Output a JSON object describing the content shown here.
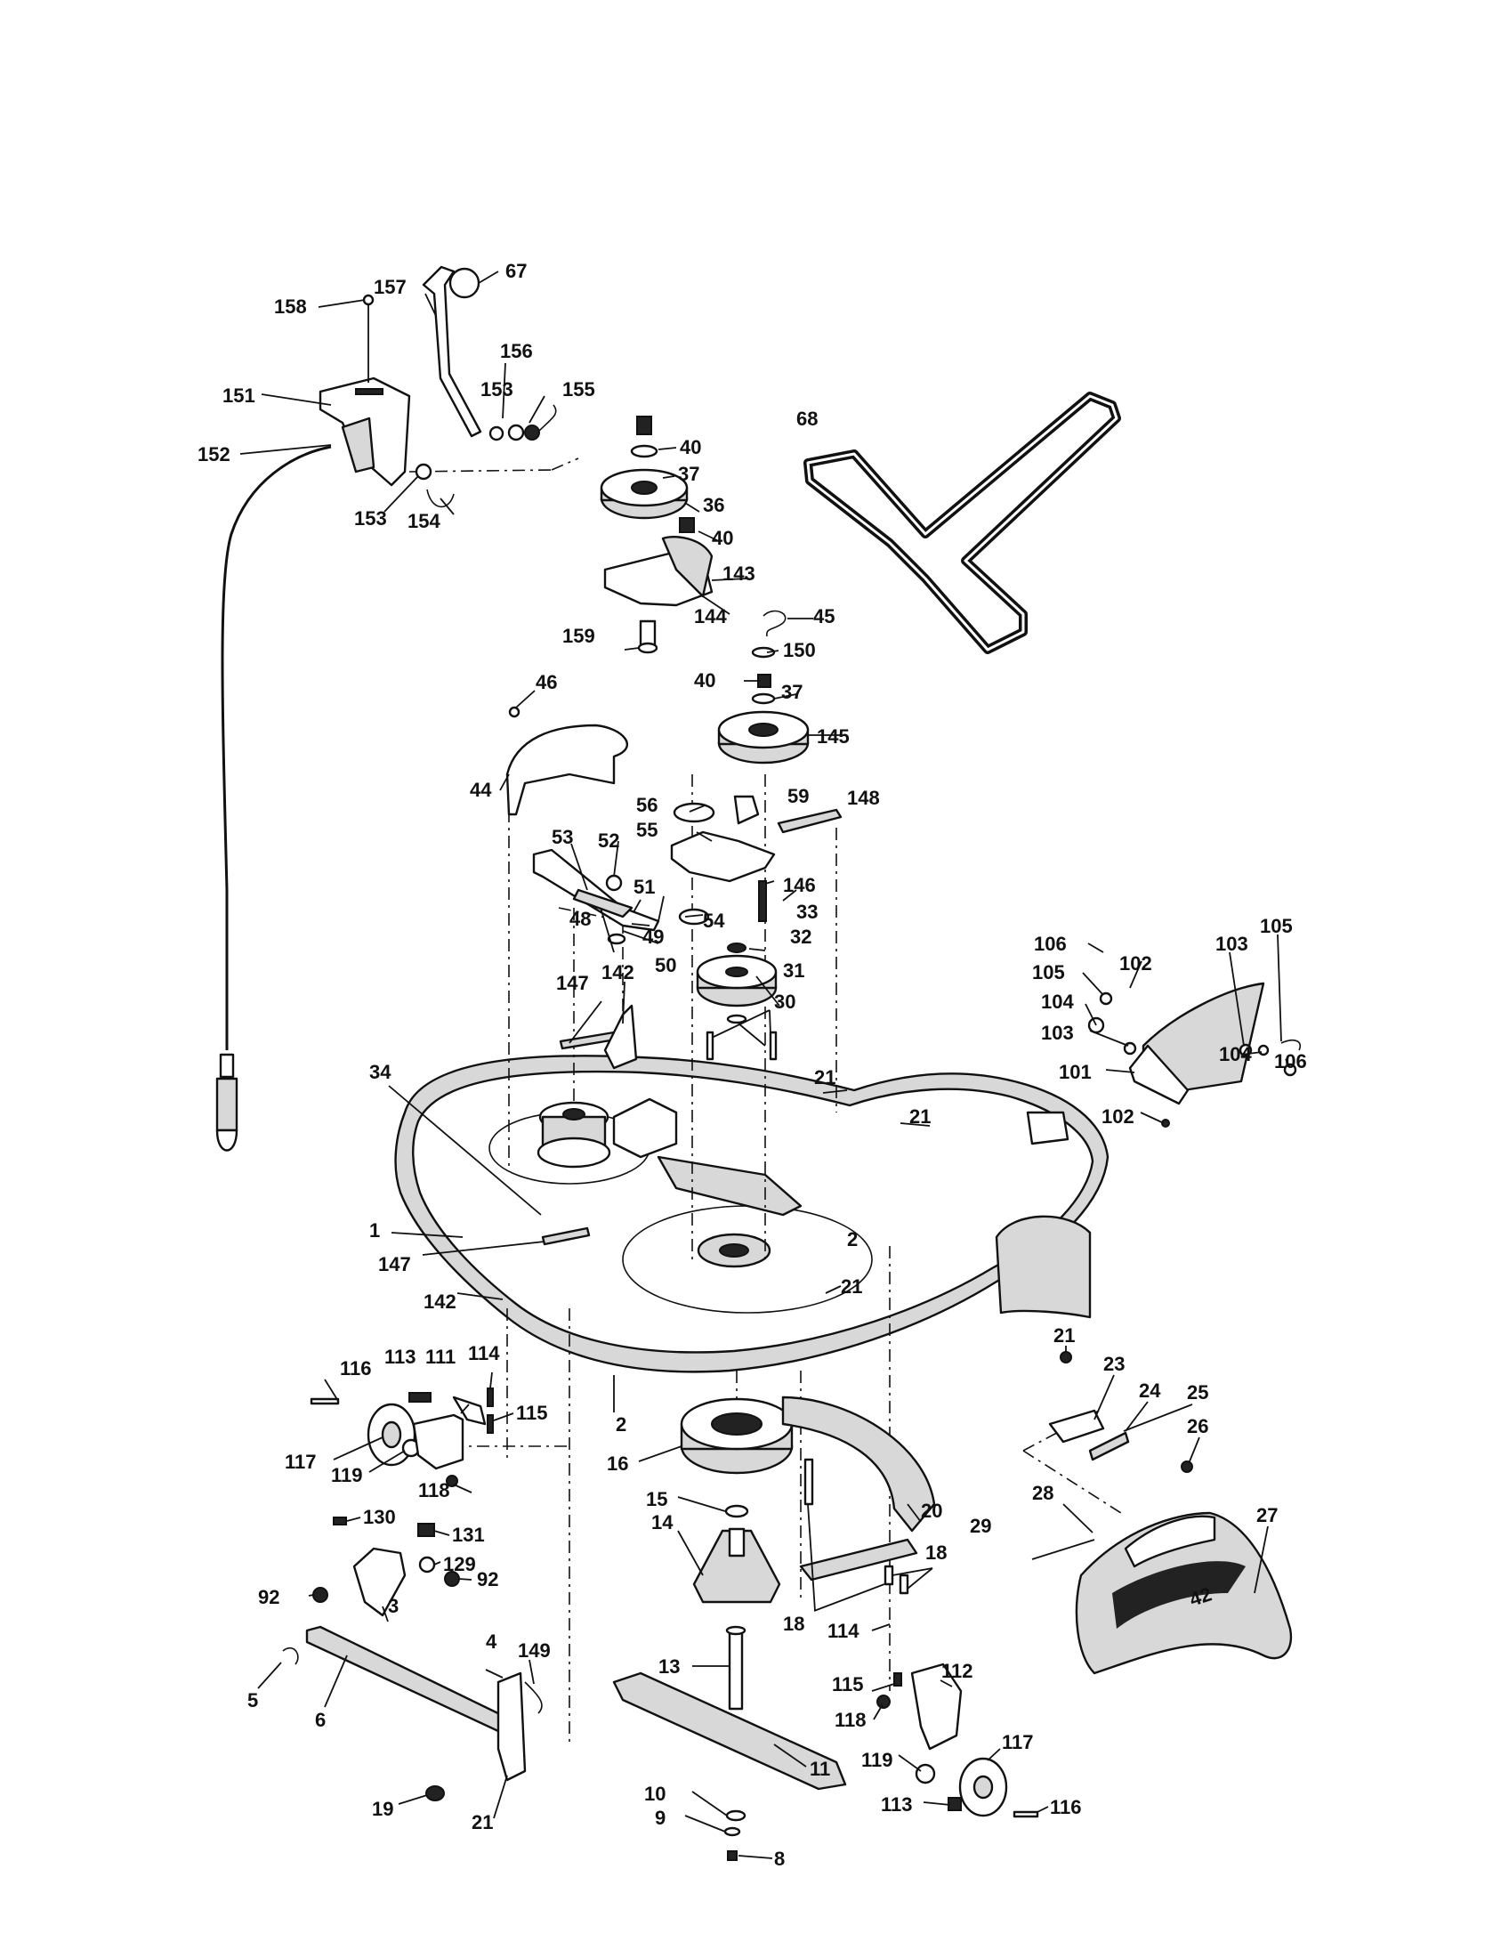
{
  "diagram": {
    "callouts": [
      {
        "id": "c1",
        "text": "1"
      },
      {
        "id": "c2a",
        "text": "2"
      },
      {
        "id": "c2b",
        "text": "2"
      },
      {
        "id": "c3",
        "text": "3"
      },
      {
        "id": "c4",
        "text": "4"
      },
      {
        "id": "c5",
        "text": "5"
      },
      {
        "id": "c6",
        "text": "6"
      },
      {
        "id": "c8",
        "text": "8"
      },
      {
        "id": "c9",
        "text": "9"
      },
      {
        "id": "c10",
        "text": "10"
      },
      {
        "id": "c11",
        "text": "11"
      },
      {
        "id": "c13",
        "text": "13"
      },
      {
        "id": "c14",
        "text": "14"
      },
      {
        "id": "c15",
        "text": "15"
      },
      {
        "id": "c16",
        "text": "16"
      },
      {
        "id": "c18a",
        "text": "18"
      },
      {
        "id": "c18b",
        "text": "18"
      },
      {
        "id": "c19",
        "text": "19"
      },
      {
        "id": "c20",
        "text": "20"
      },
      {
        "id": "c21a",
        "text": "21"
      },
      {
        "id": "c21b",
        "text": "21"
      },
      {
        "id": "c21c",
        "text": "21"
      },
      {
        "id": "c21d",
        "text": "21"
      },
      {
        "id": "c21e",
        "text": "21"
      },
      {
        "id": "c23",
        "text": "23"
      },
      {
        "id": "c24",
        "text": "24"
      },
      {
        "id": "c25",
        "text": "25"
      },
      {
        "id": "c26",
        "text": "26"
      },
      {
        "id": "c27",
        "text": "27"
      },
      {
        "id": "c28",
        "text": "28"
      },
      {
        "id": "c29",
        "text": "29"
      },
      {
        "id": "c30",
        "text": "30"
      },
      {
        "id": "c31",
        "text": "31"
      },
      {
        "id": "c32",
        "text": "32"
      },
      {
        "id": "c33",
        "text": "33"
      },
      {
        "id": "c34",
        "text": "34"
      },
      {
        "id": "c36",
        "text": "36"
      },
      {
        "id": "c37a",
        "text": "37"
      },
      {
        "id": "c37b",
        "text": "37"
      },
      {
        "id": "c40a",
        "text": "40"
      },
      {
        "id": "c40b",
        "text": "40"
      },
      {
        "id": "c40c",
        "text": "40"
      },
      {
        "id": "c44",
        "text": "44"
      },
      {
        "id": "c45",
        "text": "45"
      },
      {
        "id": "c46",
        "text": "46"
      },
      {
        "id": "c48",
        "text": "48"
      },
      {
        "id": "c49",
        "text": "49"
      },
      {
        "id": "c50",
        "text": "50"
      },
      {
        "id": "c51",
        "text": "51"
      },
      {
        "id": "c52",
        "text": "52"
      },
      {
        "id": "c53",
        "text": "53"
      },
      {
        "id": "c54",
        "text": "54"
      },
      {
        "id": "c55",
        "text": "55"
      },
      {
        "id": "c56",
        "text": "56"
      },
      {
        "id": "c59",
        "text": "59"
      },
      {
        "id": "c67",
        "text": "67"
      },
      {
        "id": "c68",
        "text": "68"
      },
      {
        "id": "c92a",
        "text": "92"
      },
      {
        "id": "c92b",
        "text": "92"
      },
      {
        "id": "c101",
        "text": "101"
      },
      {
        "id": "c102a",
        "text": "102"
      },
      {
        "id": "c102b",
        "text": "102"
      },
      {
        "id": "c103a",
        "text": "103"
      },
      {
        "id": "c103b",
        "text": "103"
      },
      {
        "id": "c104a",
        "text": "104"
      },
      {
        "id": "c104b",
        "text": "104"
      },
      {
        "id": "c105a",
        "text": "105"
      },
      {
        "id": "c105b",
        "text": "105"
      },
      {
        "id": "c106a",
        "text": "106"
      },
      {
        "id": "c106b",
        "text": "106"
      },
      {
        "id": "c111",
        "text": "111"
      },
      {
        "id": "c112",
        "text": "112"
      },
      {
        "id": "c113a",
        "text": "113"
      },
      {
        "id": "c113b",
        "text": "113"
      },
      {
        "id": "c114a",
        "text": "114"
      },
      {
        "id": "c114b",
        "text": "114"
      },
      {
        "id": "c115a",
        "text": "115"
      },
      {
        "id": "c115b",
        "text": "115"
      },
      {
        "id": "c116a",
        "text": "116"
      },
      {
        "id": "c116b",
        "text": "116"
      },
      {
        "id": "c117a",
        "text": "117"
      },
      {
        "id": "c117b",
        "text": "117"
      },
      {
        "id": "c118a",
        "text": "118"
      },
      {
        "id": "c118b",
        "text": "118"
      },
      {
        "id": "c119a",
        "text": "119"
      },
      {
        "id": "c119b",
        "text": "119"
      },
      {
        "id": "c129",
        "text": "129"
      },
      {
        "id": "c130",
        "text": "130"
      },
      {
        "id": "c131",
        "text": "131"
      },
      {
        "id": "c142a",
        "text": "142"
      },
      {
        "id": "c142b",
        "text": "142"
      },
      {
        "id": "c143",
        "text": "143"
      },
      {
        "id": "c144",
        "text": "144"
      },
      {
        "id": "c145",
        "text": "145"
      },
      {
        "id": "c146",
        "text": "146"
      },
      {
        "id": "c147a",
        "text": "147"
      },
      {
        "id": "c147b",
        "text": "147"
      },
      {
        "id": "c148",
        "text": "148"
      },
      {
        "id": "c149",
        "text": "149"
      },
      {
        "id": "c150",
        "text": "150"
      },
      {
        "id": "c151",
        "text": "151"
      },
      {
        "id": "c152",
        "text": "152"
      },
      {
        "id": "c153a",
        "text": "153"
      },
      {
        "id": "c153b",
        "text": "153"
      },
      {
        "id": "c154",
        "text": "154"
      },
      {
        "id": "c155",
        "text": "155"
      },
      {
        "id": "c156",
        "text": "156"
      },
      {
        "id": "c157",
        "text": "157"
      },
      {
        "id": "c158",
        "text": "158"
      },
      {
        "id": "c159",
        "text": "159"
      }
    ],
    "deck_badge": "42"
  }
}
